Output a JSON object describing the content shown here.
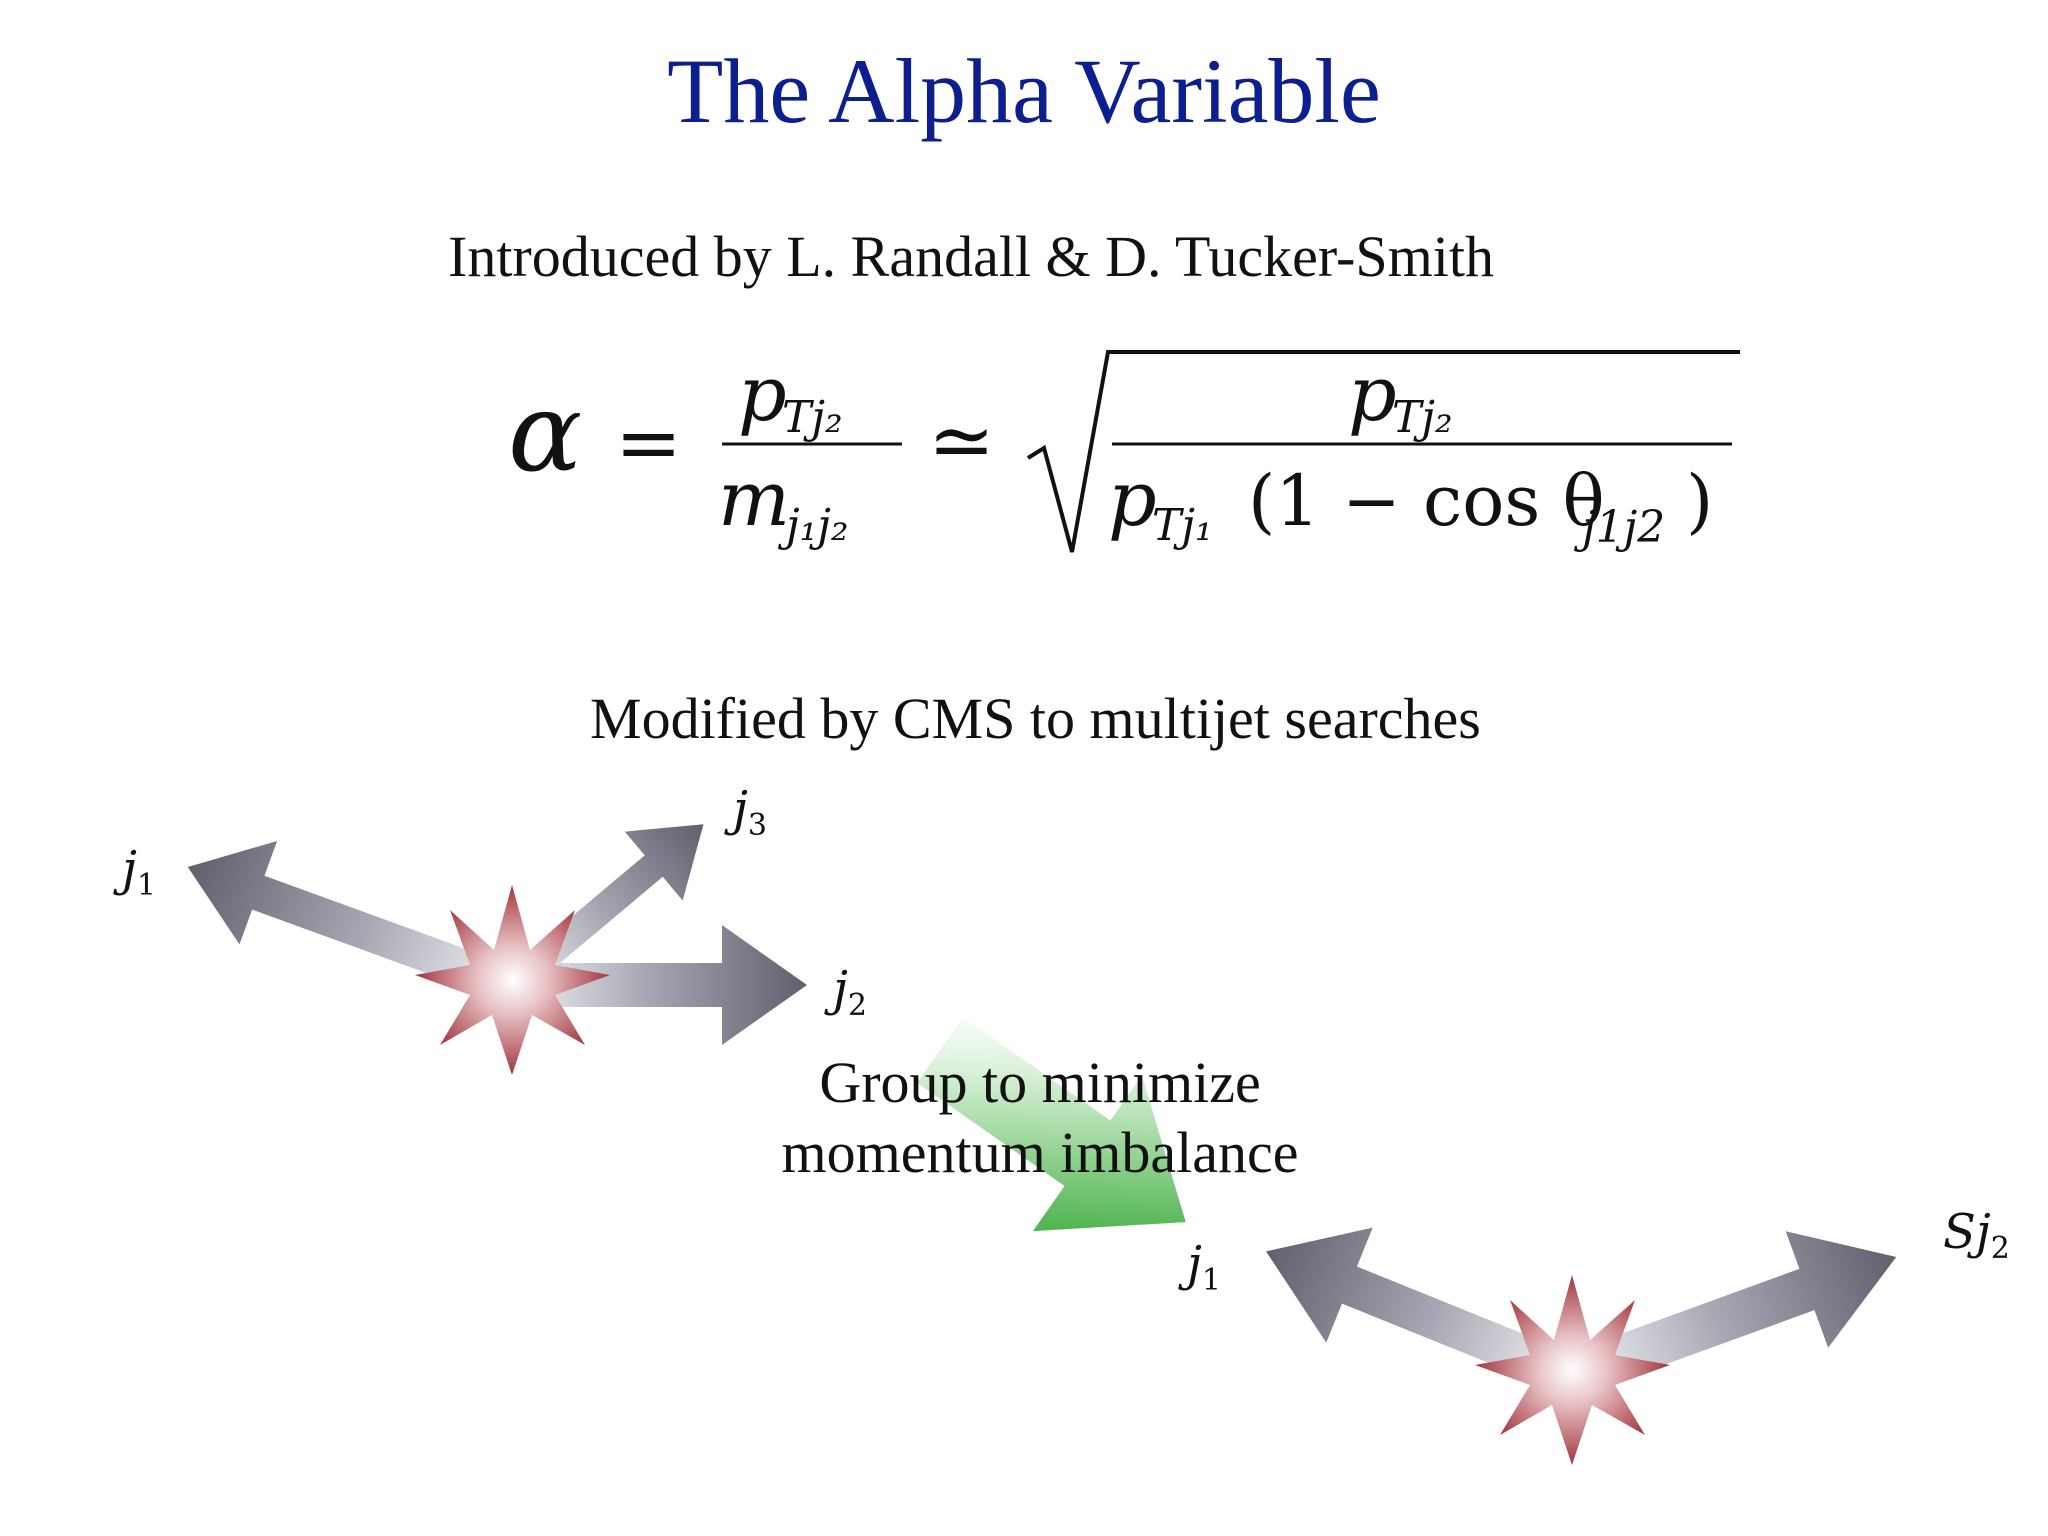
{
  "slide": {
    "title": "The Alpha Variable",
    "subtitle": "Introduced by L. Randall & D. Tucker-Smith",
    "modified_text": "Modified by CMS to multijet searches",
    "group_label_line1": "Group to minimize",
    "group_label_line2": "momentum imbalance"
  },
  "formula": {
    "lhs": "α",
    "equals": "=",
    "approx": "≃",
    "numerator_var": "p",
    "numerator_sub": "Tj₂",
    "denominator_var": "m",
    "denominator_sub": "j₁j₂",
    "sqrt_numerator_var": "p",
    "sqrt_numerator_sub": "Tj₂",
    "sqrt_denominator_var": "p",
    "sqrt_denominator_sub": "Tj₁",
    "sqrt_denominator_rest": "(1 − cos θ",
    "theta_sub": "j1j2",
    "close_paren": ")"
  },
  "diagram": {
    "top_labels": {
      "j1": "j",
      "j1_sub": "1",
      "j2": "j",
      "j2_sub": "2",
      "j3": "j",
      "j3_sub": "3"
    },
    "bottom_labels": {
      "j1": "j",
      "j1_sub": "1",
      "sj2": "Sj",
      "sj2_sub": "2"
    },
    "colors": {
      "arrow_gray": "#70707e",
      "star_red": "#b5454f",
      "group_arrow_green": "#1aa11a",
      "title_blue": "#0d1e8f"
    }
  }
}
